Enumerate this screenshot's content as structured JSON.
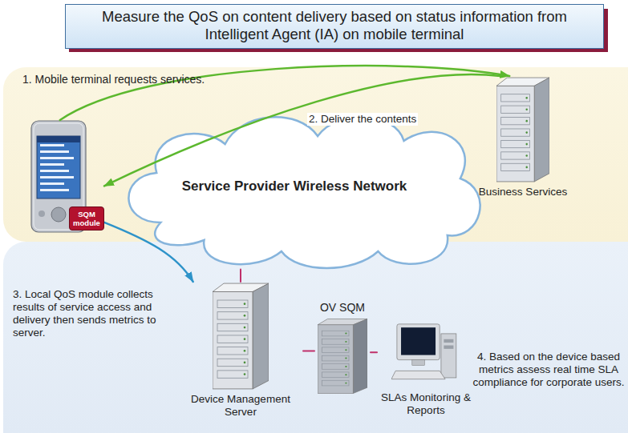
{
  "diagram": {
    "title": "Measure the QoS on content delivery based on status information from Intelligent Agent (IA) on mobile terminal",
    "nodes": [
      {
        "text": [
          "SQM module"
        ]
      },
      {
        "text": [
          "Business Services"
        ]
      },
      {
        "text": [
          "Service Provider Wireless Network"
        ]
      },
      {
        "text": [
          "Device Management Server"
        ]
      },
      {
        "text": [
          "OV SQM"
        ]
      },
      {
        "text": [
          "SLAs Monitoring & Reports"
        ]
      }
    ],
    "edges": [
      {
        "from": 0,
        "to": 1,
        "arrow": "to"
      },
      {
        "from": 1,
        "to": 0,
        "arrow": "to"
      },
      {
        "from": 0,
        "to": 3,
        "arrow": "to"
      },
      {
        "from": 2,
        "to": 3,
        "arrow": "none"
      },
      {
        "from": 3,
        "to": 4,
        "arrow": "none"
      },
      {
        "from": 4,
        "to": 5,
        "arrow": "none"
      }
    ],
    "labels": [
      "1. Mobile terminal requests services.",
      "2. Deliver the contents",
      "3. Local QoS module collects results of service access and delivery then sends metrics to server.",
      "4. Based on the device based metrics assess real time SLA compliance for corporate users."
    ]
  }
}
